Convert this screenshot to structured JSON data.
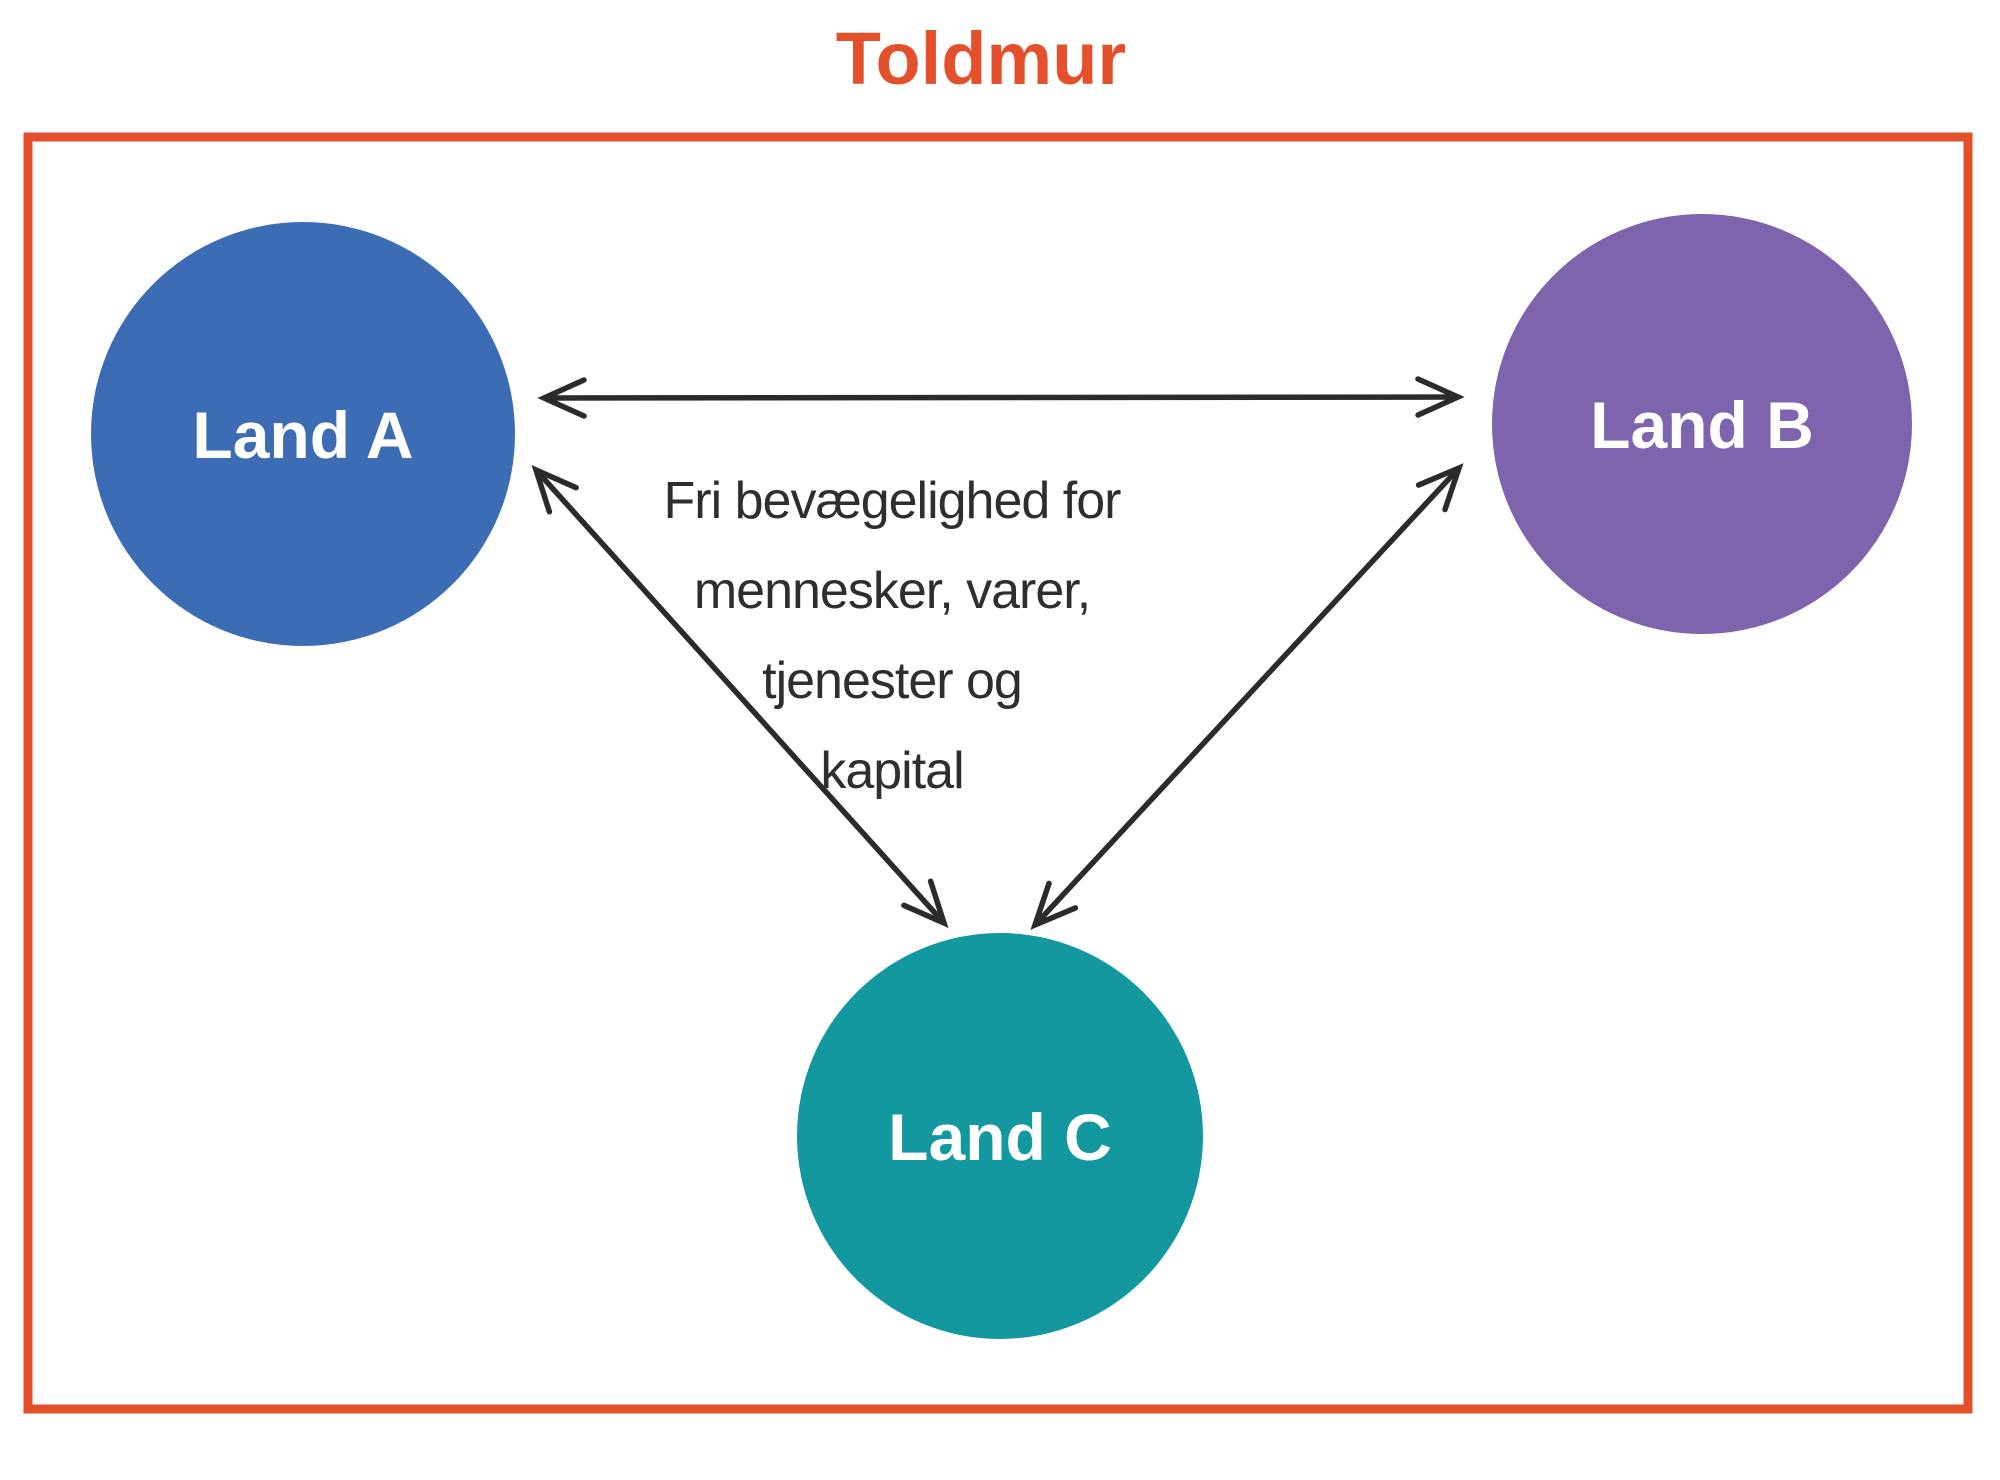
{
  "title": "Toldmur",
  "colors": {
    "frame": "#E5502C",
    "title": "#E5502C",
    "land_a": "#3B6CB4",
    "land_b": "#7D64AD",
    "land_c": "#12989E",
    "arrow": "#2B2B2B",
    "center_text": "#2E2E2E",
    "circle_label": "#FFFFFF"
  },
  "nodes": [
    {
      "id": "land-a",
      "label": "Land A"
    },
    {
      "id": "land-b",
      "label": "Land B"
    },
    {
      "id": "land-c",
      "label": "Land C"
    }
  ],
  "center_text": {
    "lines": [
      "Fri bevægelighed for",
      "mennesker, varer,",
      "tjenester og",
      "kapital"
    ]
  }
}
